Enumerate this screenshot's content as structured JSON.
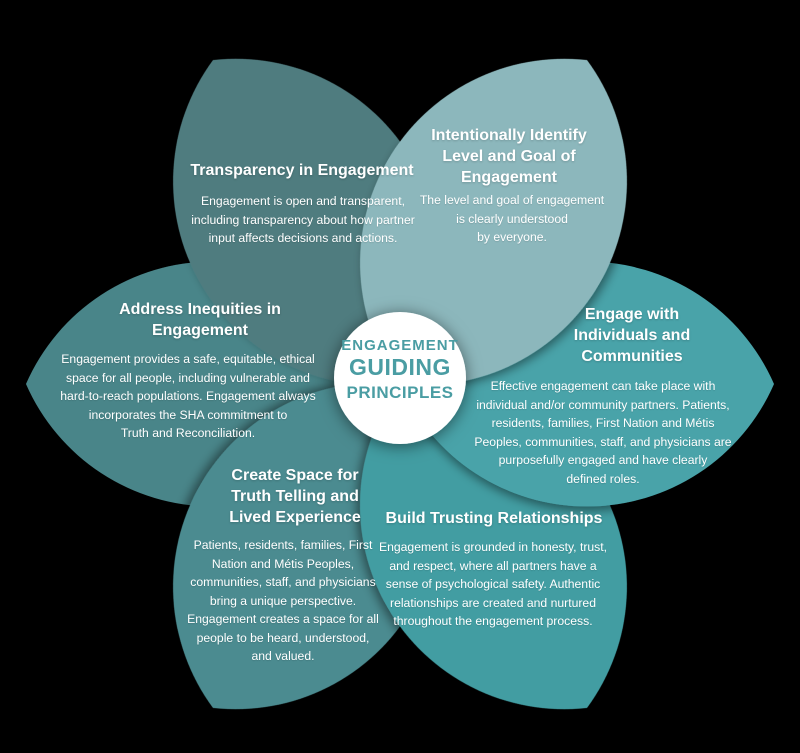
{
  "colors": {
    "background": "#000000",
    "petal_text": "#FFFFFF",
    "center_circle": "#FFFFFF",
    "center_text": "#4A9DA3"
  },
  "center": {
    "line1": "ENGAGEMENT",
    "line2": "GUIDING",
    "line3": "PRINCIPLES"
  },
  "petals": [
    {
      "id": "transparency",
      "position": "top-left",
      "color": "#507B7F",
      "title": "Transparency in Engagement",
      "body": "Engagement is open and transparent,\nincluding transparency about how partner\ninput affects decisions and actions."
    },
    {
      "id": "identify-level-goal",
      "position": "top-right",
      "color": "#8CB7BC",
      "title": "Intentionally Identify\nLevel and Goal of\nEngagement",
      "body": "The level and goal of engagement\nis clearly understood\nby everyone."
    },
    {
      "id": "engage-individuals-communities",
      "position": "right",
      "color": "#4AA3A9",
      "title": "Engage with\nIndividuals and\nCommunities",
      "body": "Effective engagement can take place with\nindividual and/or community partners. Patients,\nresidents, families, First Nation and Métis\nPeoples, communities, staff, and physicians are\npurposefully engaged and have clearly\ndefined roles."
    },
    {
      "id": "build-trusting-relationships",
      "position": "bottom-right",
      "color": "#439DA2",
      "title": "Build Trusting Relationships",
      "body": "Engagement is grounded in honesty, trust,\nand respect, where all partners have a\nsense of psychological safety. Authentic\nrelationships are created and nurtured\nthroughout the engagement process."
    },
    {
      "id": "create-space-truth-telling",
      "position": "bottom-left",
      "color": "#4C8B90",
      "title": "Create Space for\nTruth Telling and\nLived Experience",
      "body": "Patients, residents, families, First\nNation and Métis Peoples,\ncommunities, staff, and physicians\nbring a unique perspective.\nEngagement creates a space for all\npeople to be heard, understood,\nand valued."
    },
    {
      "id": "address-inequities",
      "position": "left",
      "color": "#4A8589",
      "title": "Address Inequities in\nEngagement",
      "body": "Engagement provides a safe, equitable, ethical\nspace for all people, including vulnerable and\nhard-to-reach populations. Engagement always\nincorporates the SHA commitment to\nTruth and Reconciliation."
    }
  ]
}
